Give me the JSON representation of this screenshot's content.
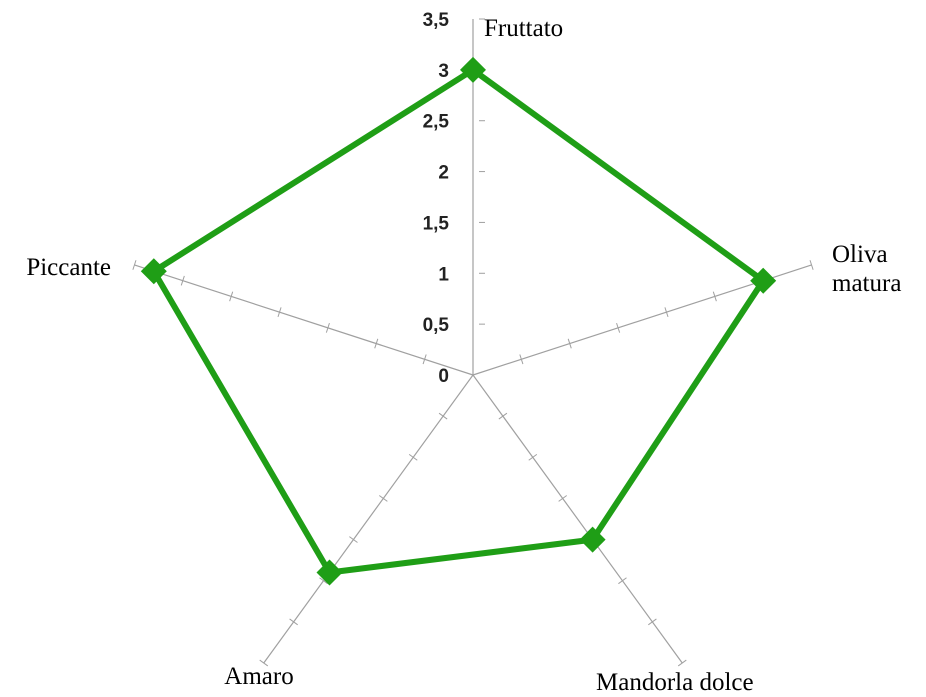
{
  "chart_data": {
    "type": "radar",
    "categories": [
      "Fruttato",
      "Oliva matura",
      "Mandorla dolce",
      "Amaro",
      "Piccante"
    ],
    "series": [
      {
        "values": [
          3,
          3,
          2,
          2.4,
          3.3
        ],
        "color": "#1f9e16"
      }
    ],
    "radial_axis": {
      "range": [
        0,
        3.5
      ],
      "ticks": [
        "0",
        "0,5",
        "1",
        "1,5",
        "2",
        "2,5",
        "3",
        "3,5"
      ],
      "tick_values": [
        0,
        0.5,
        1,
        1.5,
        2,
        2.5,
        3,
        3.5
      ]
    },
    "title": "",
    "legend": "none"
  }
}
